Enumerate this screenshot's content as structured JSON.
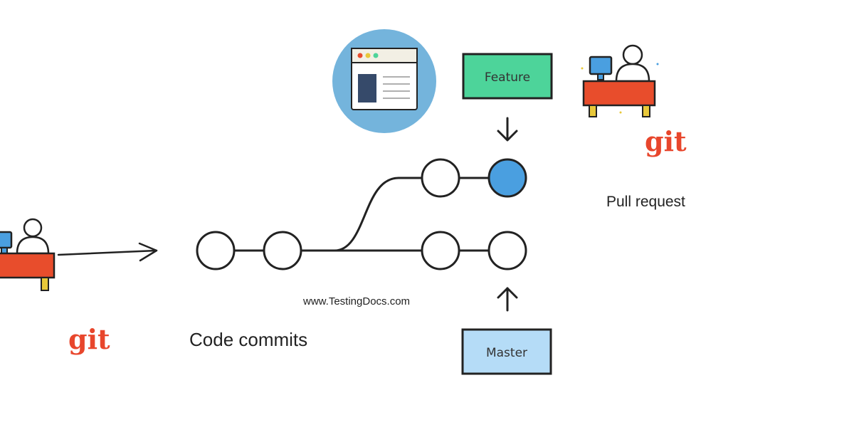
{
  "branches": {
    "feature_label": "Feature",
    "master_label": "Master"
  },
  "labels": {
    "code_commits": "Code commits",
    "pull_request": "Pull request",
    "watermark": "www.TestingDocs.com"
  },
  "logos": {
    "git_left": "git",
    "git_right": "git"
  },
  "icons": {
    "browser": "browser-window-icon",
    "developer": "developer-at-desk-icon",
    "arrow": "arrow-icon"
  },
  "colors": {
    "feature_box": "#4dd49a",
    "master_box": "#b5dcf7",
    "highlight_commit": "#4a9fe0",
    "browser_circle": "#74b4dc",
    "git_logo": "#e8462c",
    "desk": "#e84d2c",
    "desk_leg": "#e8c83a",
    "monitor": "#4a9fe0",
    "stroke": "#222222"
  }
}
